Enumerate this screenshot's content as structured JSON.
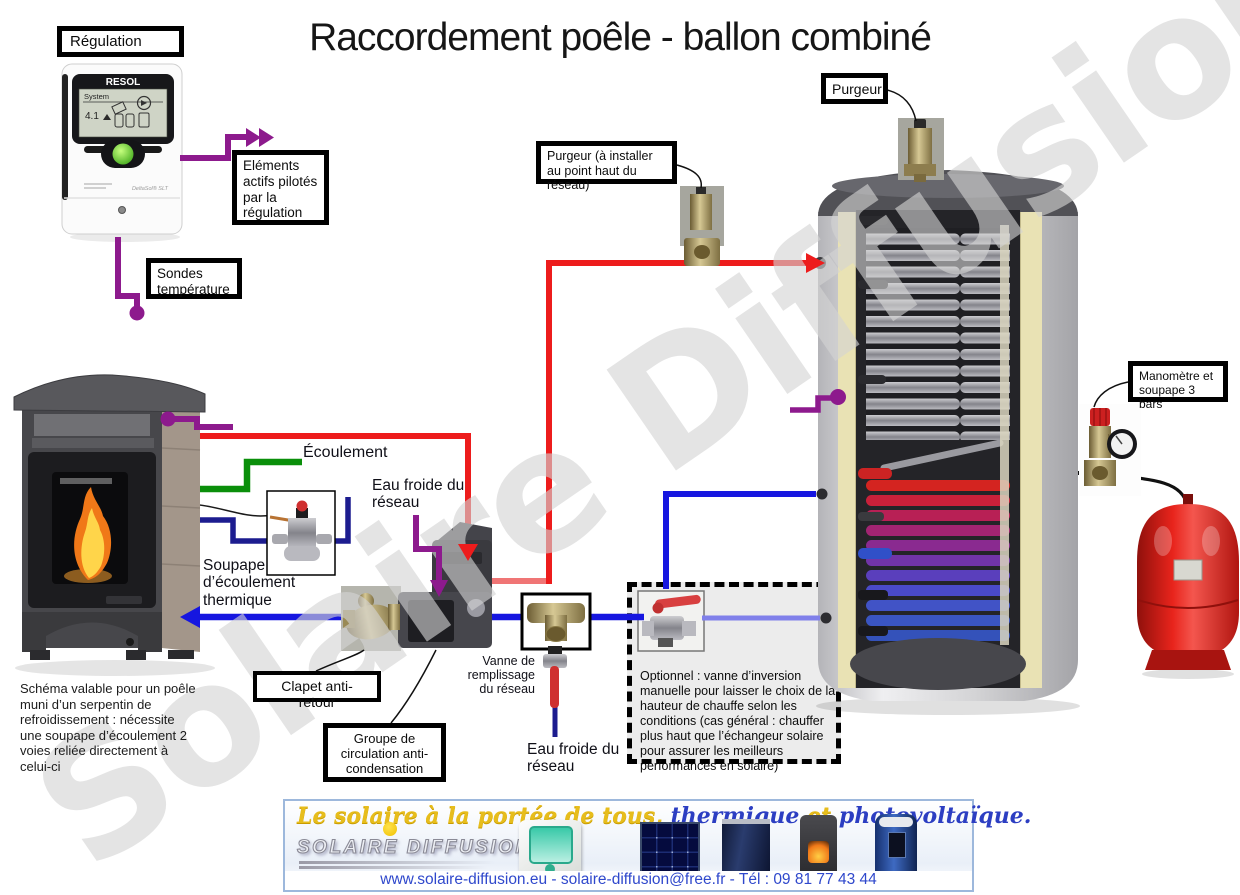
{
  "title": "Raccordement poêle - ballon combiné",
  "watermark": "Solaire Diffusion",
  "labels": {
    "regulation": "Régulation",
    "elements_actifs": "Eléments actifs pilotés par la régulation",
    "sondes": "Sondes température",
    "purgeur": "Purgeur",
    "purgeur_reseau": "Purgeur (à installer au point haut du réseau)",
    "manometre": "Manomètre et soupape 3 bars",
    "ecoulement": "Écoulement",
    "eau_froide": "Eau froide du réseau",
    "soupape_thermique": "Soupape d’écoulement thermique",
    "clapet": "Clapet anti-retour",
    "groupe": "Groupe de circulation anti-condensation",
    "vanne_remplissage": "Vanne de remplissage du réseau",
    "optionnel": "Optionnel : vanne d’inversion manuelle pour laisser le choix de la hauteur de chauffe selon les conditions (cas général : chauffer plus haut que l’échangeur solaire pour assurer les meilleurs performances en solaire)",
    "note": "Schéma valable pour un poêle muni d’un serpentin de refroidissement : nécessite une soupape d’écoulement 2 voies reliée directement à celui-ci"
  },
  "device": {
    "brand": "RESOL",
    "screen_title": "System",
    "screen_value": "4.1",
    "model": "DeltaSol® SLT"
  },
  "banner": {
    "tagline": {
      "p1": "Le solaire à la portée de tous, ",
      "p2": "thermique",
      "p3": " et ",
      "p4": "photovoltaïque."
    },
    "logo": "SOLAIRE  DIFFUSION",
    "contact": "www.solaire-diffusion.eu - solaire-diffusion@free.fr - Tél : 09 81 77 43 44"
  },
  "colors": {
    "hot_pipe": "#ed1c1c",
    "return_pipe": "#1616e0",
    "return_pipe_light": "#8080ea",
    "cold_pipe": "#1c1c8f",
    "drain_pipe": "#0a8f0a",
    "control_wire": "#8d1a8d"
  }
}
